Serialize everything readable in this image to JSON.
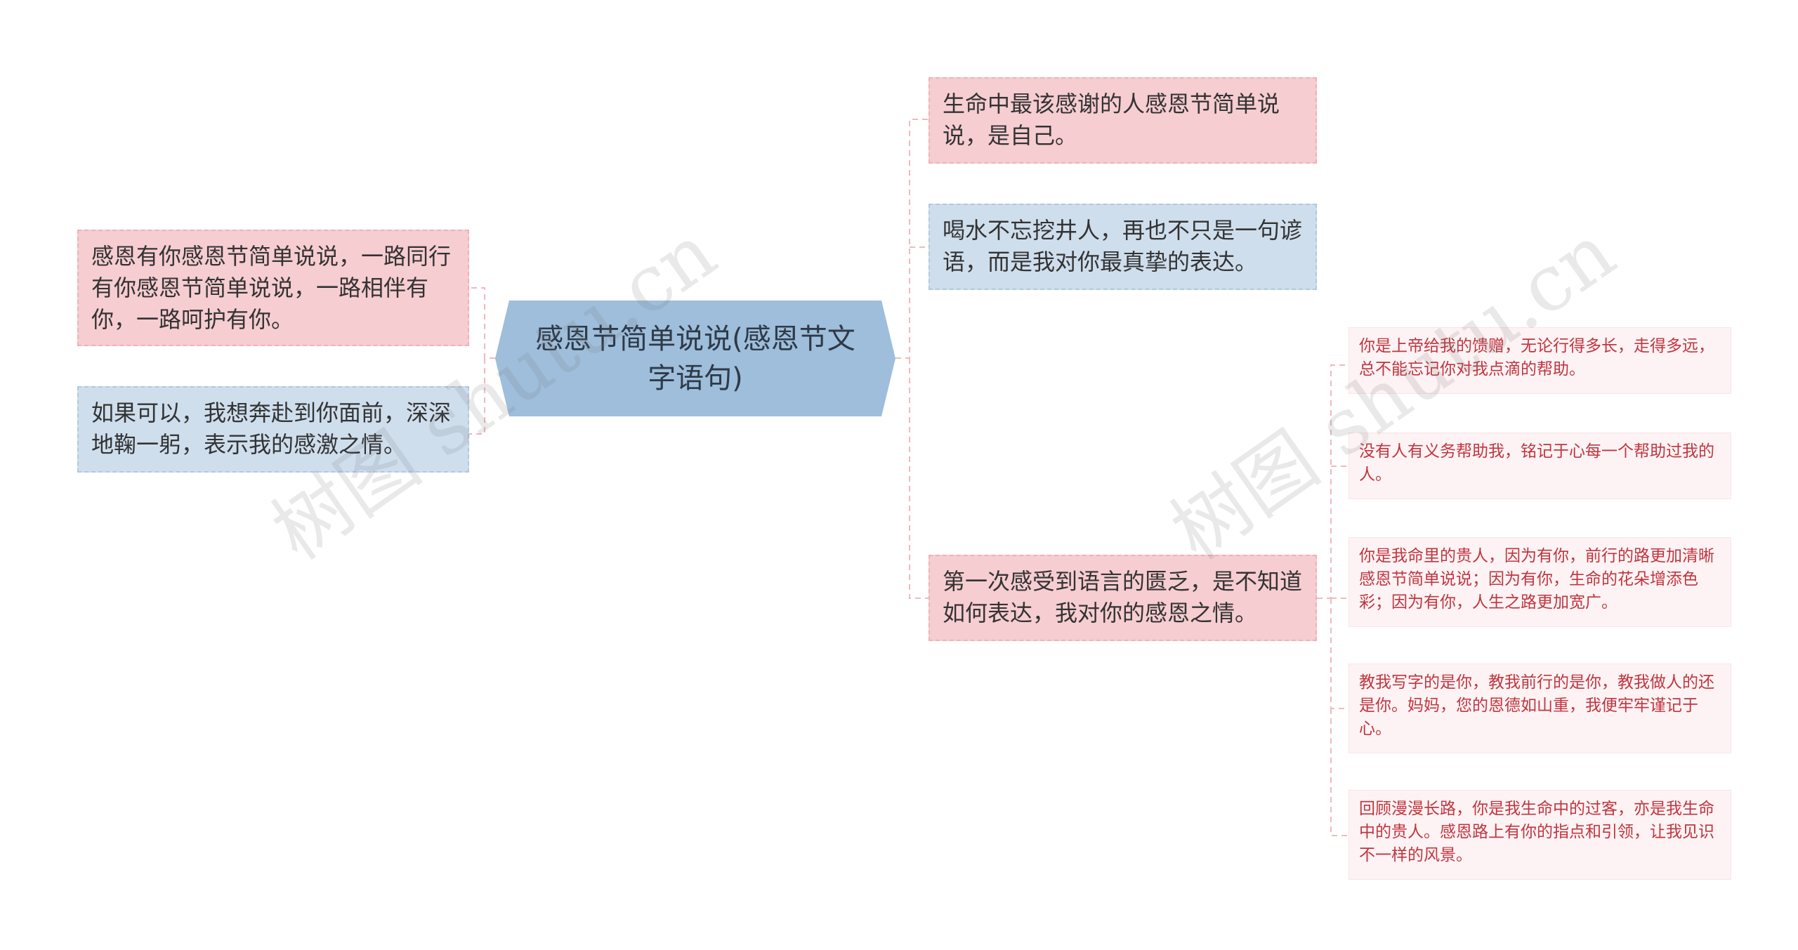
{
  "root": {
    "title": "感恩节简单说说(感恩节文字语句)"
  },
  "left": [
    {
      "text": "感恩有你感恩节简单说说，一路同行有你感恩节简单说说，一路相伴有你，一路呵护有你。"
    },
    {
      "text": "如果可以，我想奔赴到你面前，深深地鞠一躬，表示我的感激之情。"
    }
  ],
  "right": [
    {
      "text": "生命中最该感谢的人感恩节简单说说，是自己。"
    },
    {
      "text": "喝水不忘挖井人，再也不只是一句谚语，而是我对你最真挚的表达。"
    },
    {
      "text": "第一次感受到语言的匮乏，是不知道如何表达，我对你的感恩之情。"
    }
  ],
  "sub": [
    {
      "text": "你是上帝给我的馈赠，无论行得多长，走得多远，总不能忘记你对我点滴的帮助。"
    },
    {
      "text": "没有人有义务帮助我，铭记于心每一个帮助过我的人。"
    },
    {
      "text": "你是我命里的贵人，因为有你，前行的路更加清晰感恩节简单说说；因为有你，生命的花朵增添色彩；因为有你，人生之路更加宽广。"
    },
    {
      "text": "教我写字的是你，教我前行的是你，教我做人的还是你。妈妈，您的恩德如山重，我便牢牢谨记于心。"
    },
    {
      "text": "回顾漫漫长路，你是我生命中的过客，亦是我生命中的贵人。感恩路上有你的指点和引领，让我见识不一样的风景。"
    }
  ],
  "watermark": "树图 shutu.cn",
  "colors": {
    "root": "#9ebedb",
    "pink": "#f6cdd1",
    "blue": "#cfdeed",
    "leaf_text": "#c0353f"
  }
}
